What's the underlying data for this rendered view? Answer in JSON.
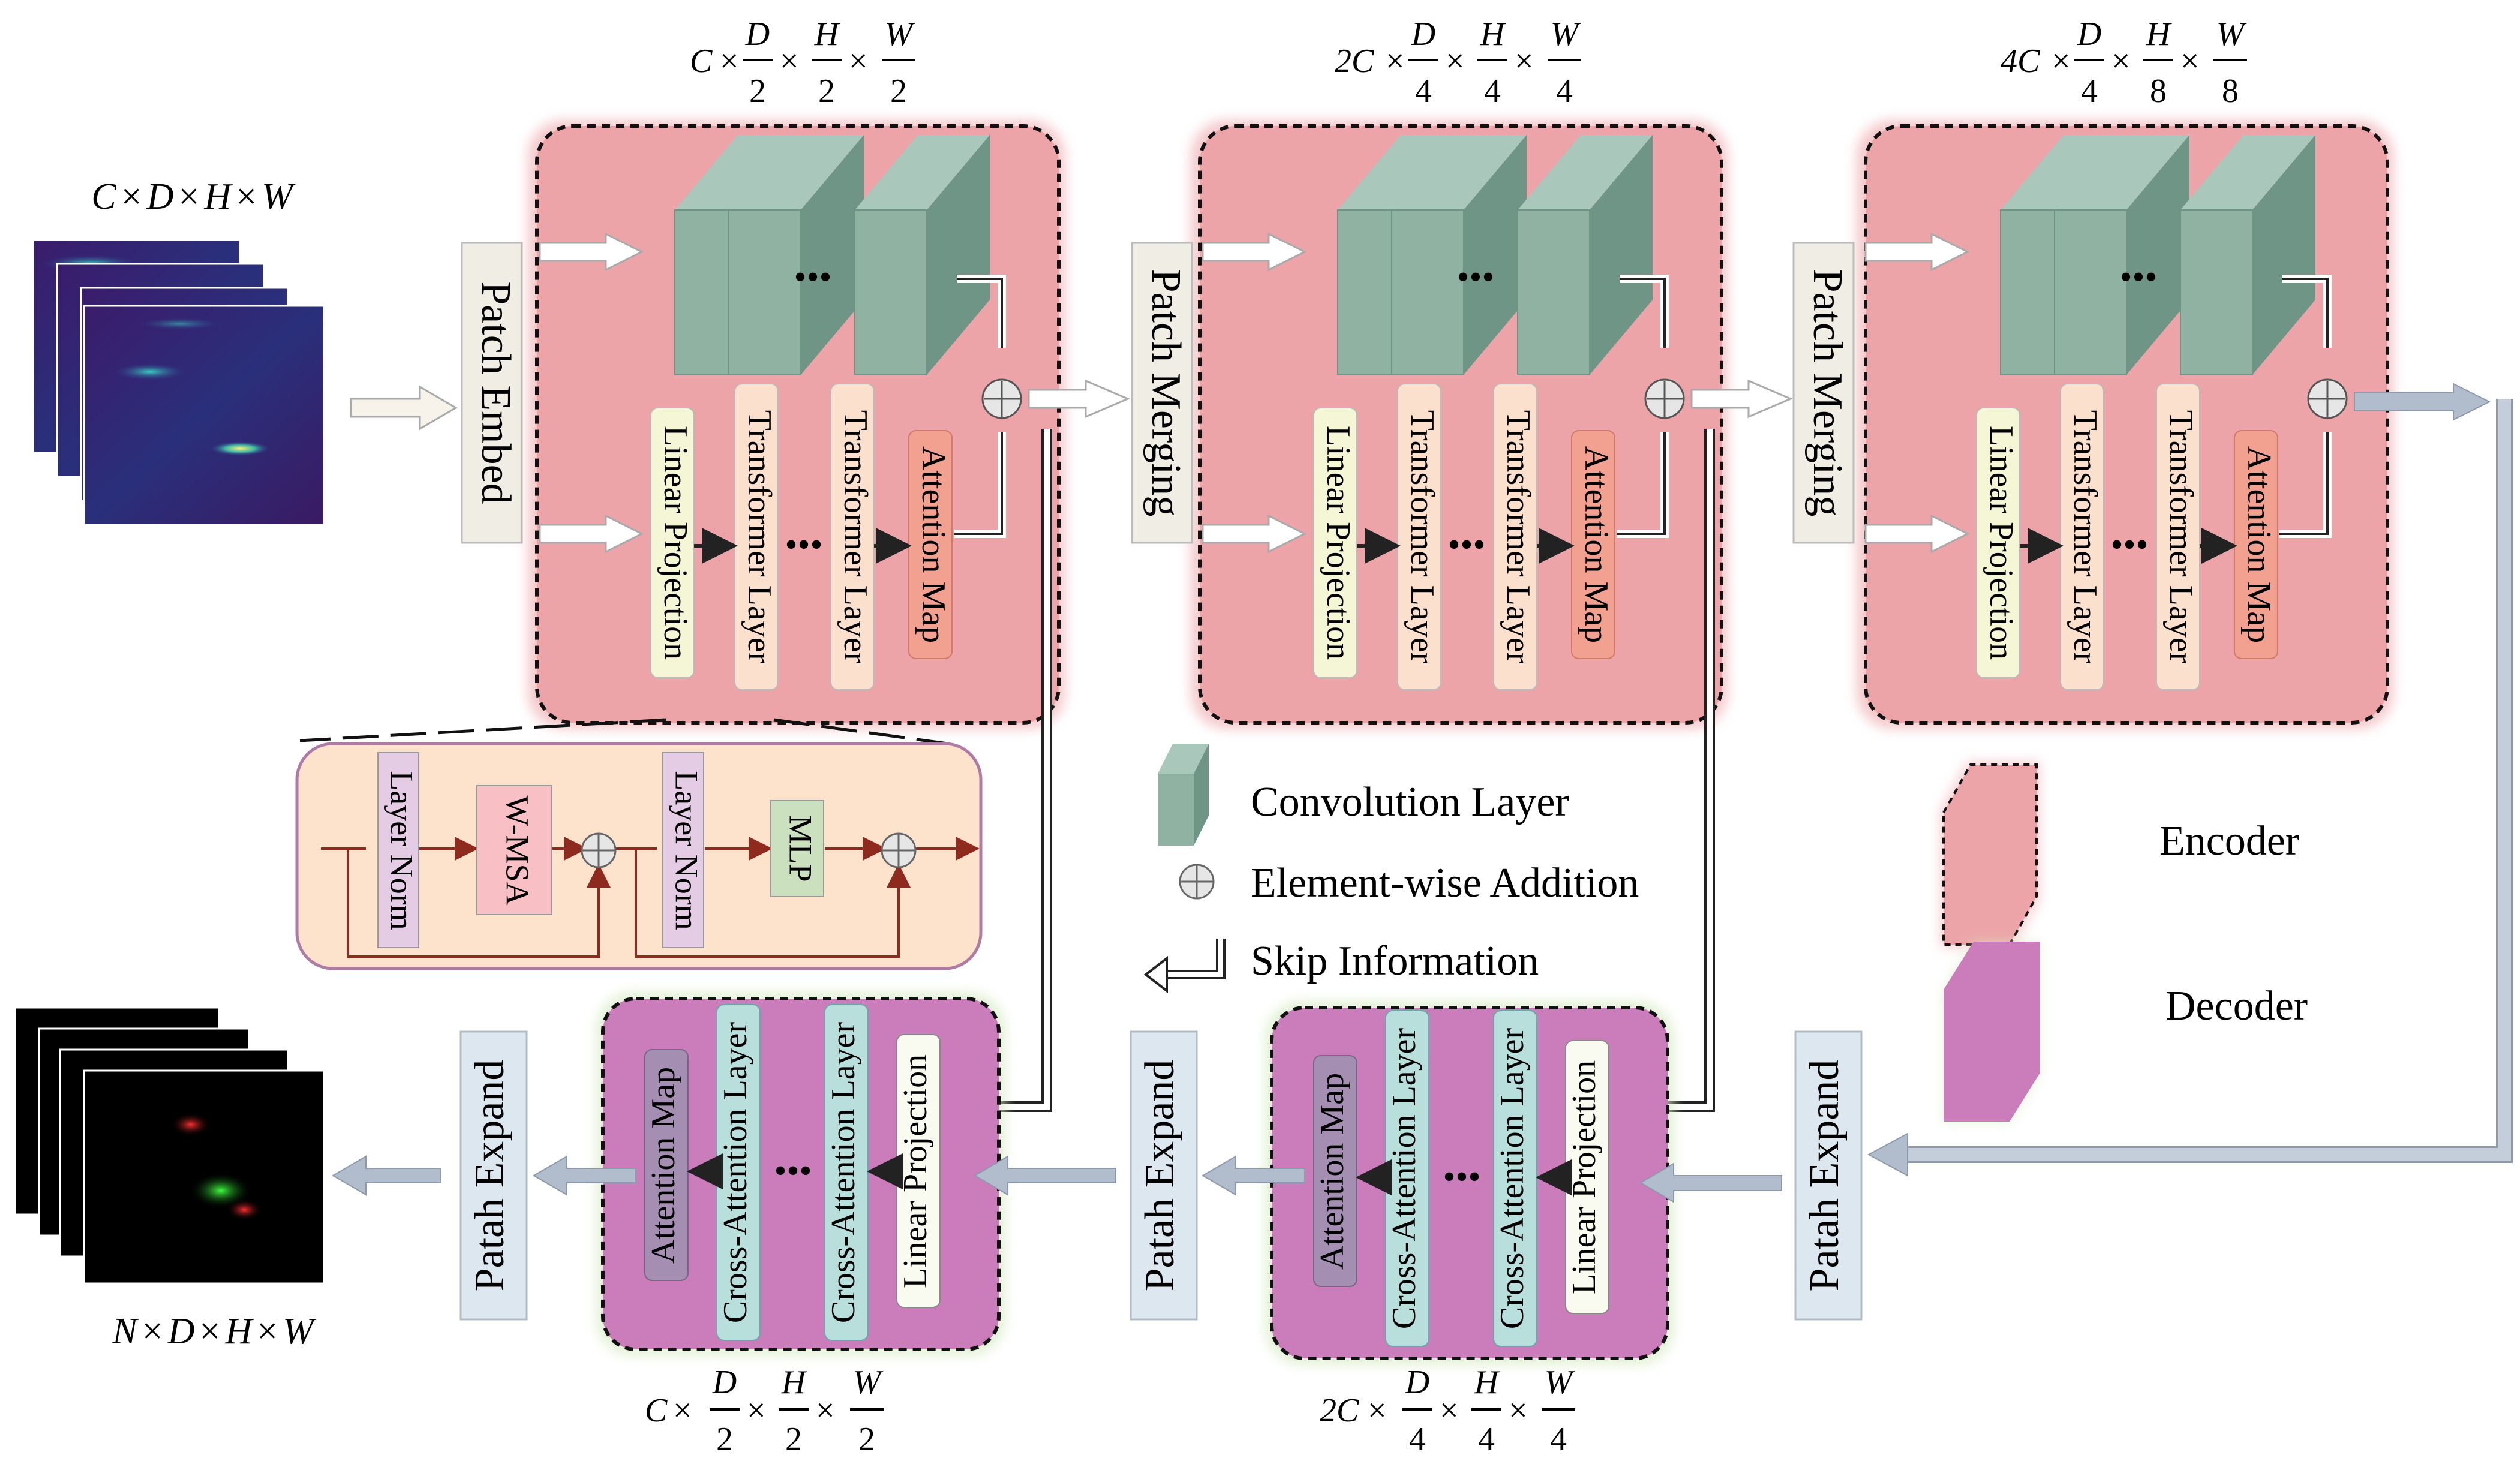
{
  "dims": {
    "input": {
      "a": "C",
      "b": "D",
      "c": "H",
      "d": "W"
    },
    "output": {
      "a": "N",
      "b": "D",
      "c": "H",
      "d": "W"
    },
    "enc1": {
      "coef": "C",
      "n1": "D",
      "d1": "2",
      "n2": "H",
      "d2": "2",
      "n3": "W",
      "d3": "2"
    },
    "enc2": {
      "coef": "2C",
      "n1": "D",
      "d1": "4",
      "n2": "H",
      "d2": "4",
      "n3": "W",
      "d3": "4"
    },
    "enc3": {
      "coef": "4C",
      "n1": "D",
      "d1": "4",
      "n2": "H",
      "d2": "8",
      "n3": "W",
      "d3": "8"
    },
    "dec1": {
      "coef": "C",
      "n1": "D",
      "d1": "2",
      "n2": "H",
      "d2": "2",
      "n3": "W",
      "d3": "2"
    },
    "dec2": {
      "coef": "2C",
      "n1": "D",
      "d1": "4",
      "n2": "H",
      "d2": "4",
      "n3": "W",
      "d3": "4"
    },
    "times": "×"
  },
  "labels": {
    "patch_embed": "Patch Embed",
    "patch_merging": "Patch Merging",
    "patch_expand": "Patah Expand",
    "linear_projection": "Linear Projection",
    "transformer_layer": "Transformer Layer",
    "attention_map": "Attention Map",
    "cross_attention_layer": "Cross-Attention Layer",
    "layer_norm": "Layer Norm",
    "wmsa": "W-MSA",
    "mlp": "MLP",
    "dots": "•••"
  },
  "legend": {
    "convolution": "Convolution Layer",
    "addition": "Element-wise Addition",
    "skip": "Skip Information",
    "encoder": "Encoder",
    "decoder": "Decoder"
  },
  "colors": {
    "encoder_fill": "#eca4a8",
    "decoder_fill": "#ca7cbb",
    "conv_front": "#8fb2a3",
    "conv_side": "#6e9585",
    "conv_top": "#a9c7ba",
    "patch_box": "#f0eee4",
    "expand_box": "#dce7ef",
    "linear_fill": "#f4f6d6",
    "transformer_fill": "#fbe0cd",
    "attention_fill": "#f2a191",
    "cross_fill": "#b8dfdc",
    "dec_attention_fill": "#a48fb2",
    "detail_panel": "#fde3cc",
    "layer_norm_fill": "#e4cce4",
    "wmsa_fill": "#f8c0c4",
    "mlp_fill": "#cbe0be",
    "arrow_dark": "#222222",
    "arrow_gray": "#b1bccc",
    "arrow_red": "#8e2a1e"
  }
}
